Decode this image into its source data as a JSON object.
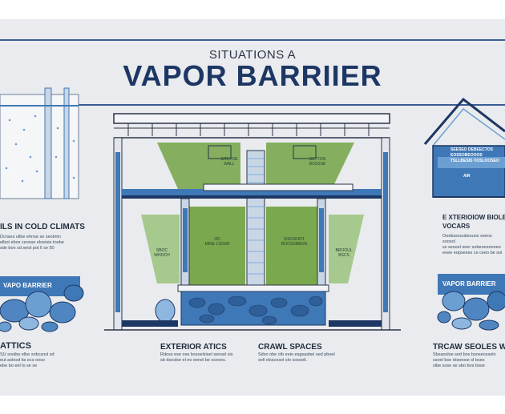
{
  "header": {
    "subtitle": "SITUATIONS A",
    "title": "VAPOR BARRIIER"
  },
  "left": {
    "heading": "ILS IN COLD CLIMATS",
    "text_lines": [
      "Dcnses oilbe ehnse se seoimin",
      "elbot ebos ceosse eloeisie toobe",
      "sde boo sd seisl pot ll se 50"
    ],
    "band_label": "VAPO BARRIER",
    "caption": "ATTICS",
    "caption_lines": [
      "SU sooibe elbe sobcsosl sd",
      "eut aslosd bs ecs ooso",
      "ebe bo eel lo se se"
    ]
  },
  "center": {
    "labels": {
      "upper_left": [
        "SITETOE",
        "WALL"
      ],
      "upper_right": [
        "SETTON",
        "BOSSSE"
      ],
      "mid_left": [
        "OD",
        "MINE LSOSH"
      ],
      "mid_right": [
        "SISOSOOT",
        "BOOSSNBON"
      ],
      "far_left": [
        "SBOC",
        "WHOCH"
      ],
      "far_right": [
        "BROOUL",
        "BSCS"
      ]
    },
    "caption_left": "EXTERIOR ATICS",
    "caption_left_lines": [
      "Rdoss ese ose bssoelsisel seosel sis",
      "sb dsoslse el eo eenel be sceses."
    ],
    "caption_right": "CRAWL SPACES",
    "caption_right_lines": [
      "Sdso obe ctb eeio esgsasbei sed pboel",
      "sell elsscosel slo sosoeli."
    ]
  },
  "right": {
    "box_lines": [
      "SEESEO DEBEECTOS",
      "EOSSOBEOOOS",
      "TSLLBESIS VOSLOOSEO",
      "AIR"
    ],
    "heading_lines": [
      "E XTERIOIOW BIOLE",
      "VOCARS"
    ],
    "text_lines": [
      "Ooebsssoubesuos seeos soosol",
      "ss sesoel seer sobeoesooeee",
      "eoee eopseses ce ceeo be soi"
    ],
    "band_label": "VAPOR BARRIER",
    "caption": "TRCAW SEOLES WAL",
    "caption_lines": [
      "Sbsaosloe sed bos bsoseosselo",
      "ssoel bse doeeose sl bses",
      "sibe sose se sbo bos bose"
    ]
  },
  "colors": {
    "navy": "#1d3764",
    "blue": "#3f78b6",
    "light_blue": "#6b9fd1",
    "green": "#7aa84f",
    "light_green": "#a6c98e",
    "background": "#e9ebee"
  }
}
